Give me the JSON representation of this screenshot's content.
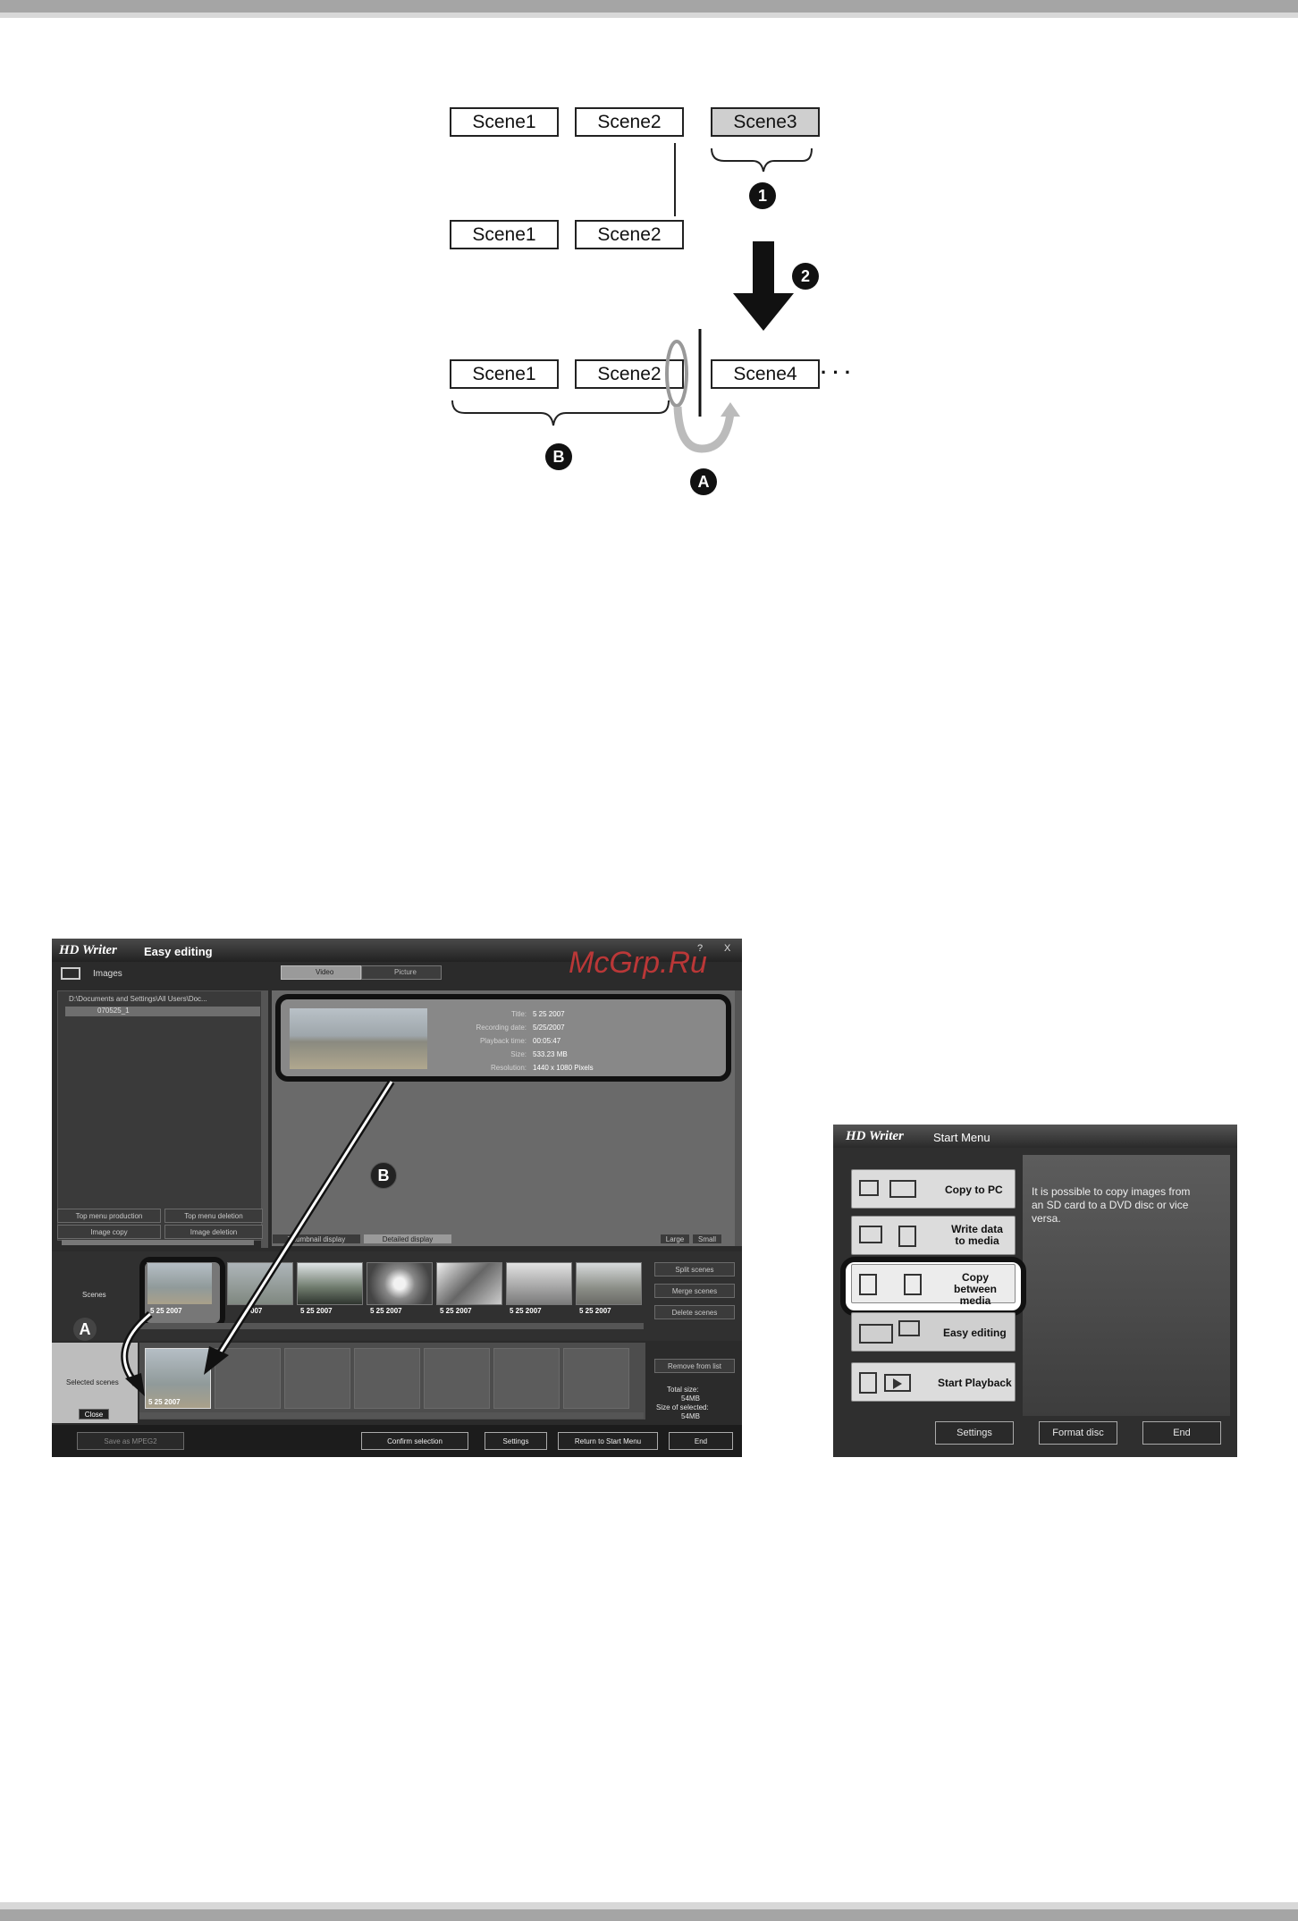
{
  "diagram": {
    "row1": [
      "Scene1",
      "Scene2",
      "Scene3"
    ],
    "row2": [
      "Scene1",
      "Scene2"
    ],
    "row3": [
      "Scene1",
      "Scene2",
      "Scene4"
    ],
    "ellipsis": "· · ·",
    "markers": {
      "one": "1",
      "two": "2",
      "a": "A",
      "b": "B"
    }
  },
  "easy_editing": {
    "app_name": "HD Writer",
    "window_title": "Easy editing",
    "help": "?",
    "close": "X",
    "watermark": "McGrp.Ru",
    "images_label": "Images",
    "tab_video": "Video",
    "tab_picture": "Picture",
    "tree_path": "D:\\Documents and Settings\\All Users\\Doc...",
    "tree_item": "070525_1",
    "info": {
      "title_label": "Title:",
      "title": "5 25 2007",
      "recdate_label": "Recording date:",
      "recdate": "5/25/2007",
      "playback_label": "Playback time:",
      "playback": "00:05:47",
      "size_label": "Size:",
      "size": "533.23 MB",
      "resolution_label": "Resolution:",
      "resolution": "1440 x 1080 Pixels"
    },
    "left_buttons": [
      "Top menu production",
      "Top menu deletion",
      "Image copy",
      "Image deletion"
    ],
    "view_tabs": [
      "Thumbnail display",
      "Detailed display"
    ],
    "size_toggle": [
      "Large",
      "Small"
    ],
    "scenes_label": "Scenes",
    "thumb_label": "5 25 2007",
    "thumb_partial_label": "007",
    "scene_buttons": [
      "Split scenes",
      "Merge scenes",
      "Delete scenes"
    ],
    "selected_label": "Selected scenes",
    "close_btn": "Close",
    "remove_btn": "Remove from list",
    "total_size_label": "Total size:",
    "total_size": "54MB",
    "selected_size_label": "Size of selected:",
    "selected_size": "54MB",
    "bottom": {
      "save_mpeg2": "Save as MPEG2",
      "confirm": "Confirm selection",
      "settings": "Settings",
      "return": "Return to Start Menu",
      "end": "End"
    }
  },
  "start_menu": {
    "app_name": "HD Writer",
    "window_title": "Start Menu",
    "buttons": [
      "Copy to PC",
      "Write data\nto media",
      "Copy\nbetween media",
      "Easy editing",
      "Start Playback"
    ],
    "description": "It is possible to copy images from an SD card to a DVD disc or vice versa.",
    "bottom_buttons": [
      "Settings",
      "Format disc",
      "End"
    ]
  }
}
